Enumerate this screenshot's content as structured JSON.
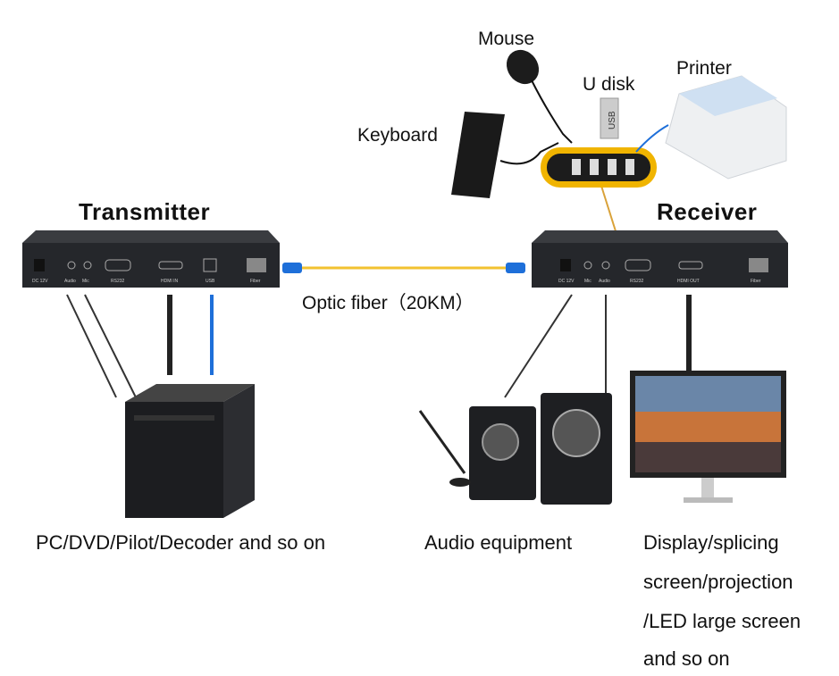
{
  "titles": {
    "transmitter": "Transmitter",
    "receiver": "Receiver"
  },
  "peripherals": {
    "mouse": "Mouse",
    "u_disk": "U disk",
    "printer": "Printer",
    "keyboard": "Keyboard",
    "usb_stick_text": "USB"
  },
  "fiber_label": "Optic fiber（20KM）",
  "transmitter_ports": [
    "DC 12V",
    "Audio",
    "Mic",
    "RS232",
    "HDMI IN",
    "USB",
    "Fiber"
  ],
  "receiver_ports": [
    "DC 12V",
    "Mic",
    "Audio",
    "RS232",
    "HDMI OUT",
    "Fiber"
  ],
  "captions": {
    "source": "PC/DVD/Pilot/Decoder and so on",
    "audio": "Audio equipment",
    "display": [
      "Display/splicing",
      "screen/projection",
      "/LED large screen",
      "and so on"
    ]
  },
  "colors": {
    "device": "#25272b",
    "fiber": "#f2c230",
    "connector": "#1e6fd9",
    "hub": "#f0b400"
  }
}
